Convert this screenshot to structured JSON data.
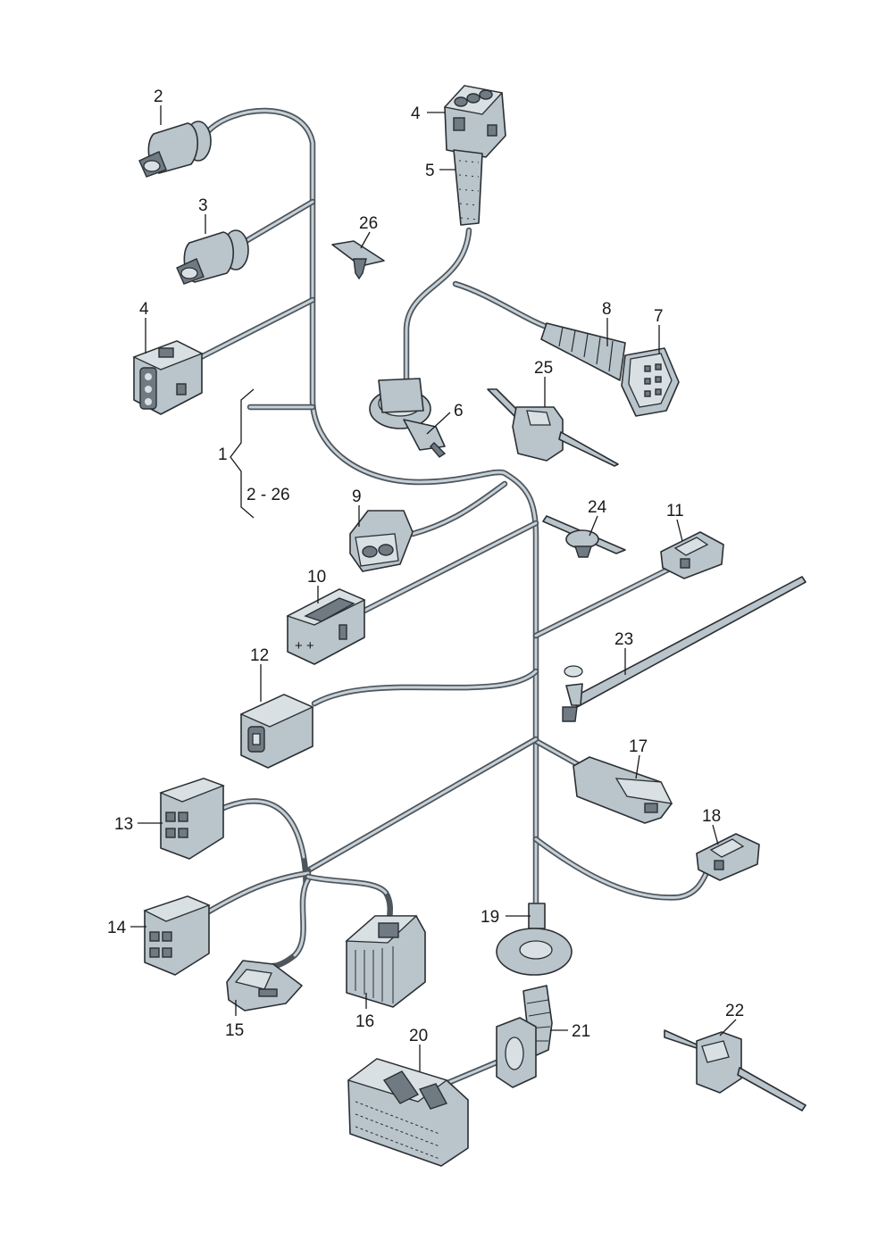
{
  "callouts": {
    "c1": "1",
    "c2_26": "2 - 26",
    "c2": "2",
    "c3": "3",
    "c4a": "4",
    "c4b": "4",
    "c5": "5",
    "c6": "6",
    "c7": "7",
    "c8": "8",
    "c9": "9",
    "c10": "10",
    "c11": "11",
    "c12": "12",
    "c13": "13",
    "c14": "14",
    "c15": "15",
    "c16": "16",
    "c17": "17",
    "c18": "18",
    "c19": "19",
    "c20": "20",
    "c21": "21",
    "c22": "22",
    "c23": "23",
    "c24": "24",
    "c25": "25",
    "c26": "26"
  },
  "colors": {
    "wire": "#4d565c",
    "part": "#b9c4cb",
    "outline": "#2a2f33"
  }
}
